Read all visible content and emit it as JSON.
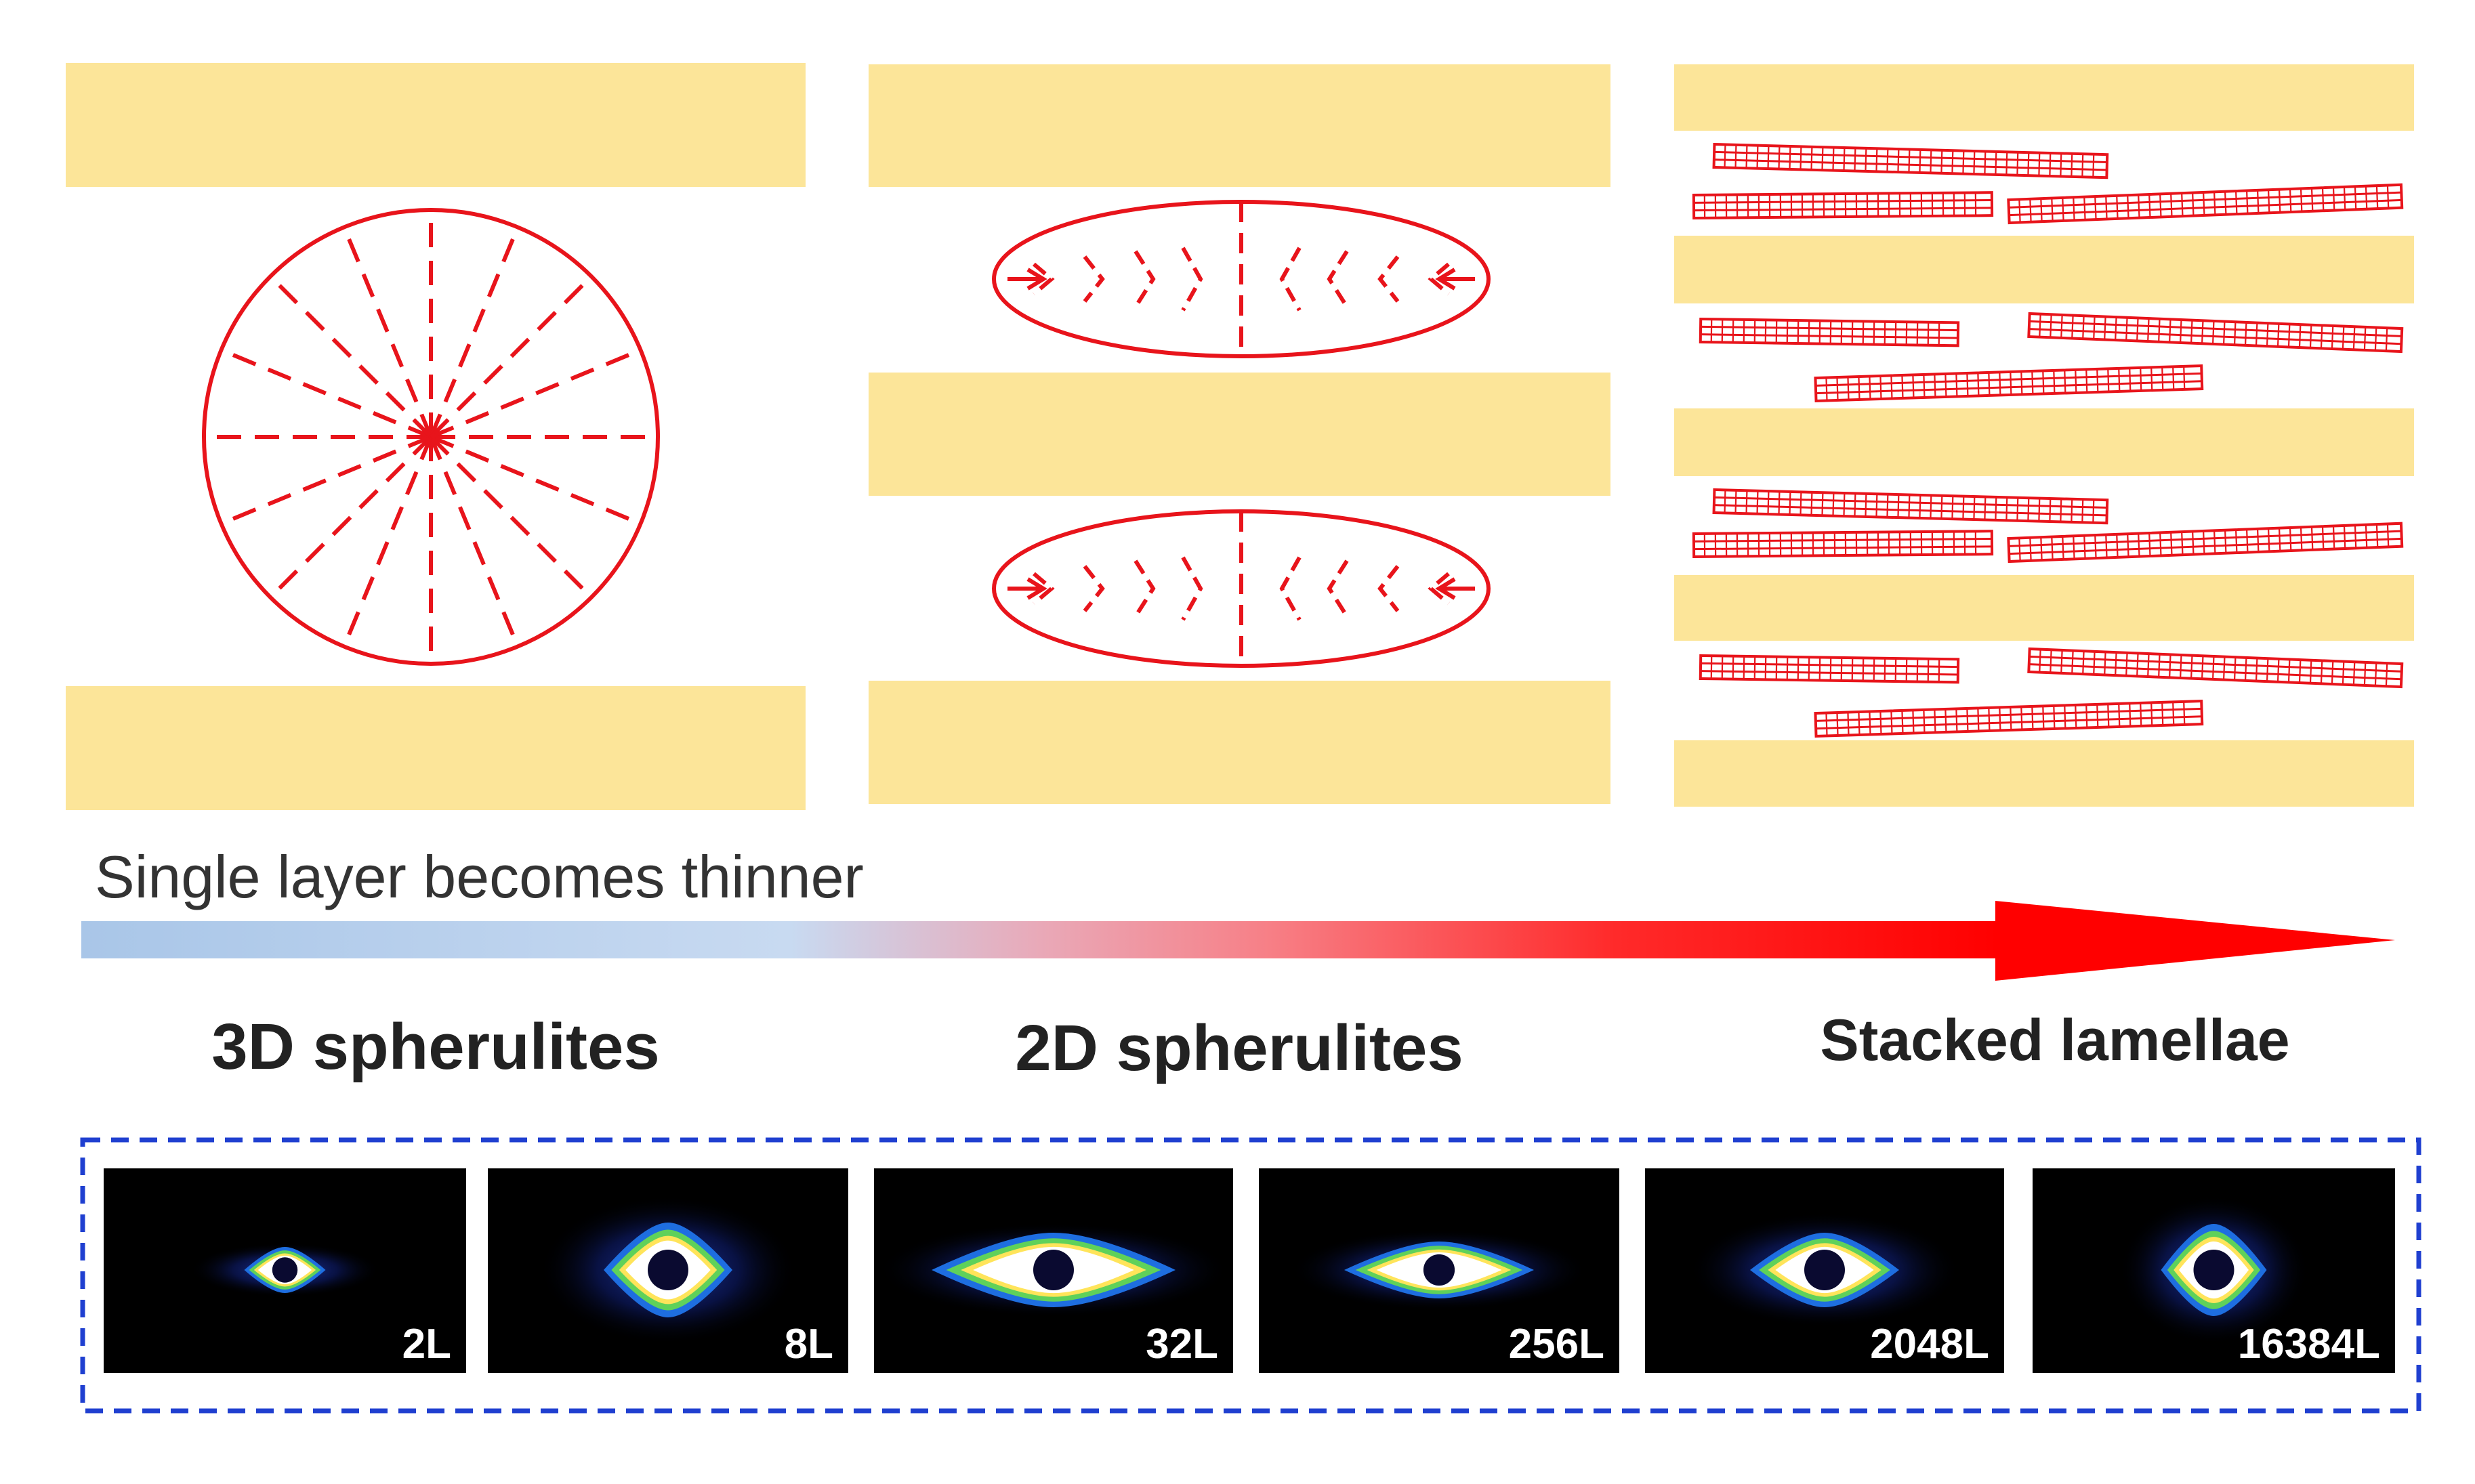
{
  "colors": {
    "layer": "#FCE599",
    "red": "#E8141B",
    "arrow_start": "#A9C6E8",
    "arrow_mid": "#C5D8F0",
    "arrow_pink": "#F59AA0",
    "arrow_end": "#FF0000",
    "dashed_frame": "#1F3FD0",
    "saxs_background": "#000000",
    "caption_text": "#ffffff",
    "heading_text": "#222222"
  },
  "arrow": {
    "label": "Single layer becomes thinner"
  },
  "morphologies": [
    {
      "label": "3D spherulites"
    },
    {
      "label": "2D spherulites"
    },
    {
      "label": "Stacked lamellae"
    }
  ],
  "saxs_patterns": [
    {
      "label": "2L"
    },
    {
      "label": "8L"
    },
    {
      "label": "32L"
    },
    {
      "label": "256L"
    },
    {
      "label": "2048L"
    },
    {
      "label": "16384L"
    }
  ]
}
